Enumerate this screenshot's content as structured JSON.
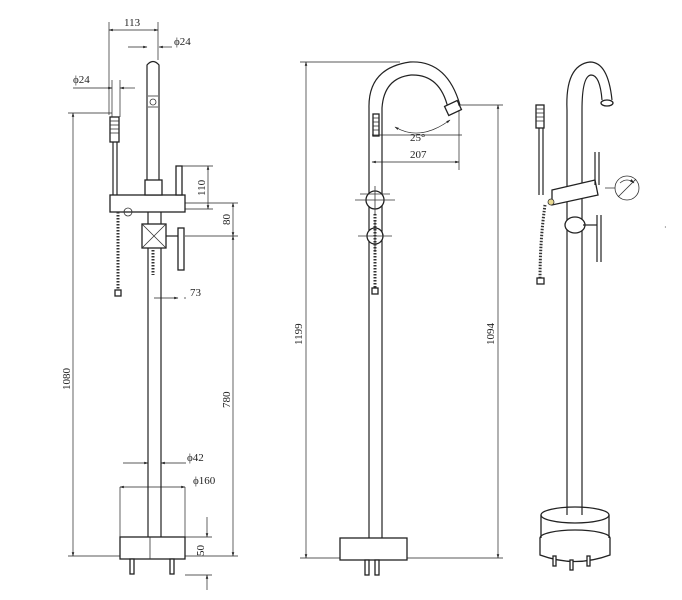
{
  "dimensions": {
    "front_width": "113",
    "spout_dia": "ϕ24",
    "hand_dia": "ϕ24",
    "total_height": "1080",
    "mixer_h": "110",
    "handle_h": "80",
    "handle_reach": "73",
    "mixer_height": "780",
    "pipe_dia": "ϕ42",
    "base_dia": "ϕ160",
    "base_h": "50",
    "overall_height": "1199",
    "spout_height": "1094",
    "spout_reach": "207",
    "spout_angle": "25°"
  },
  "icons": [
    "rotate-icon"
  ]
}
